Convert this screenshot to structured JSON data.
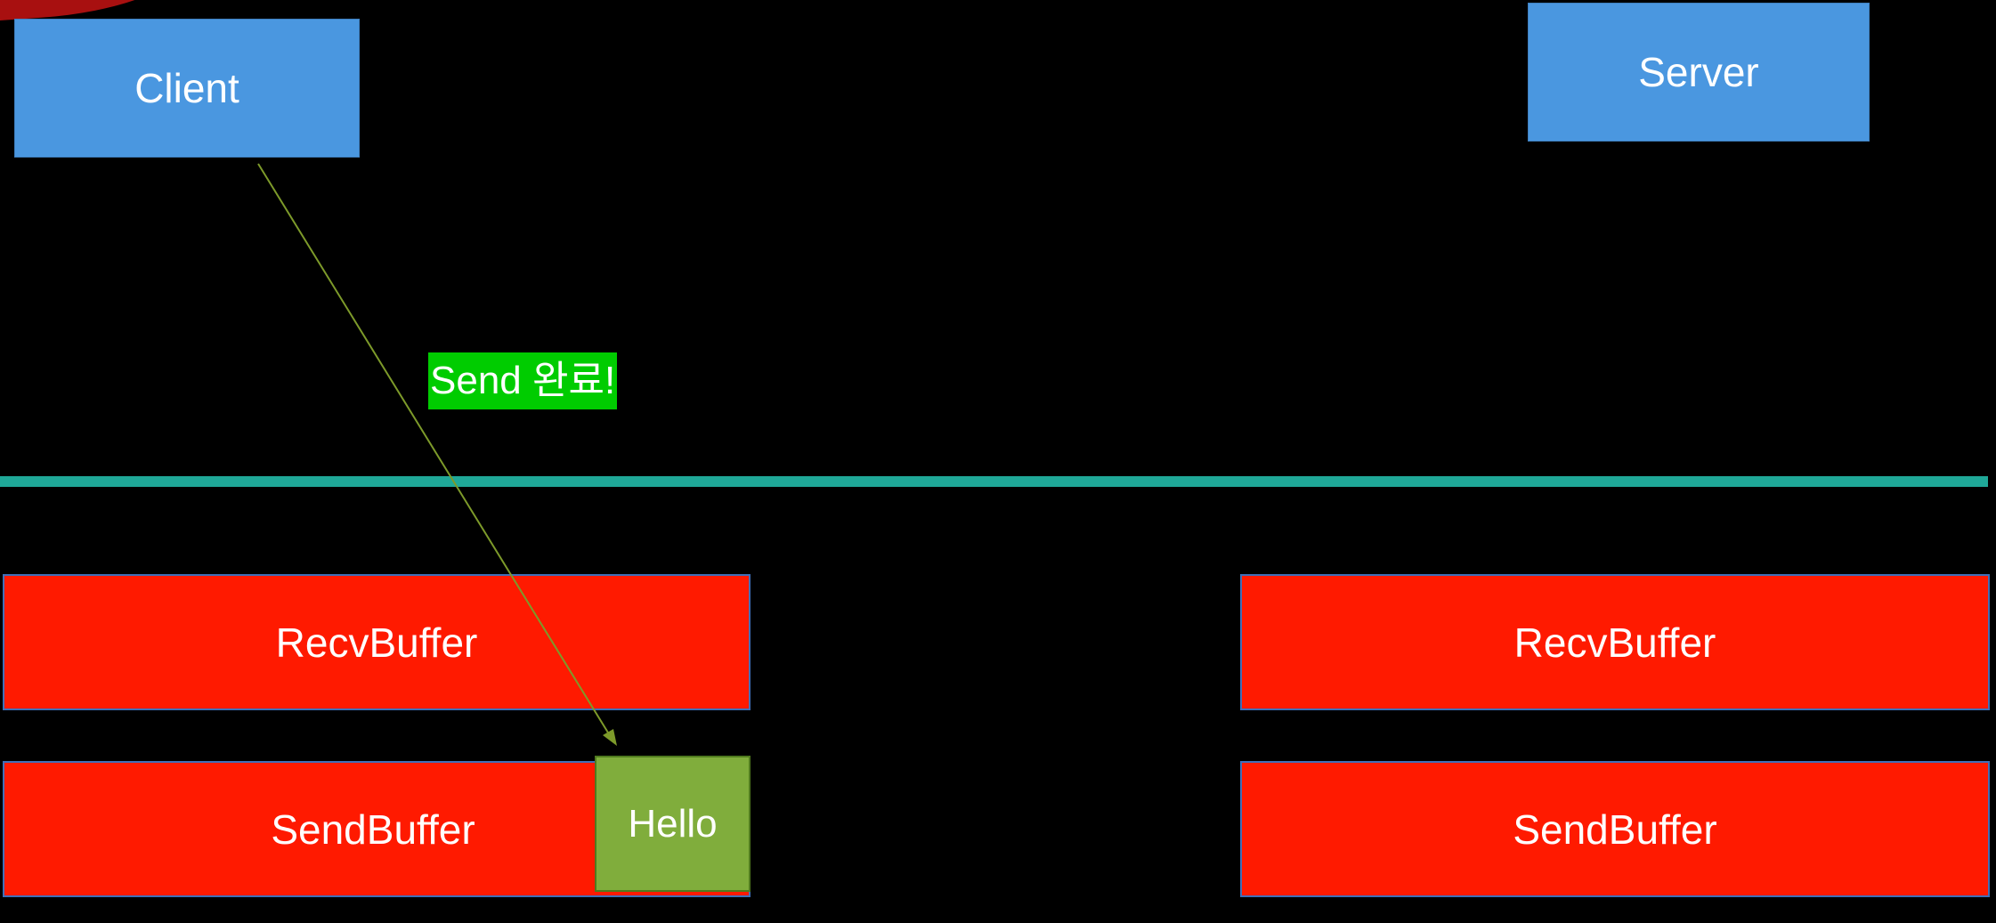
{
  "hosts": {
    "client_label": "Client",
    "server_label": "Server"
  },
  "client": {
    "recv_buffer_label": "RecvBuffer",
    "send_buffer_label": "SendBuffer",
    "packet_label": "Hello",
    "status_label": "Send 완료!"
  },
  "server": {
    "recv_buffer_label": "RecvBuffer",
    "send_buffer_label": "SendBuffer"
  },
  "colors": {
    "background": "#000000",
    "host_box": "#4a97e0",
    "buffer": "#ff1a00",
    "packet": "#80ad3c",
    "status_highlight": "#00cc00",
    "network_line": "#1fa898",
    "arrow": "#7d9a2a"
  }
}
